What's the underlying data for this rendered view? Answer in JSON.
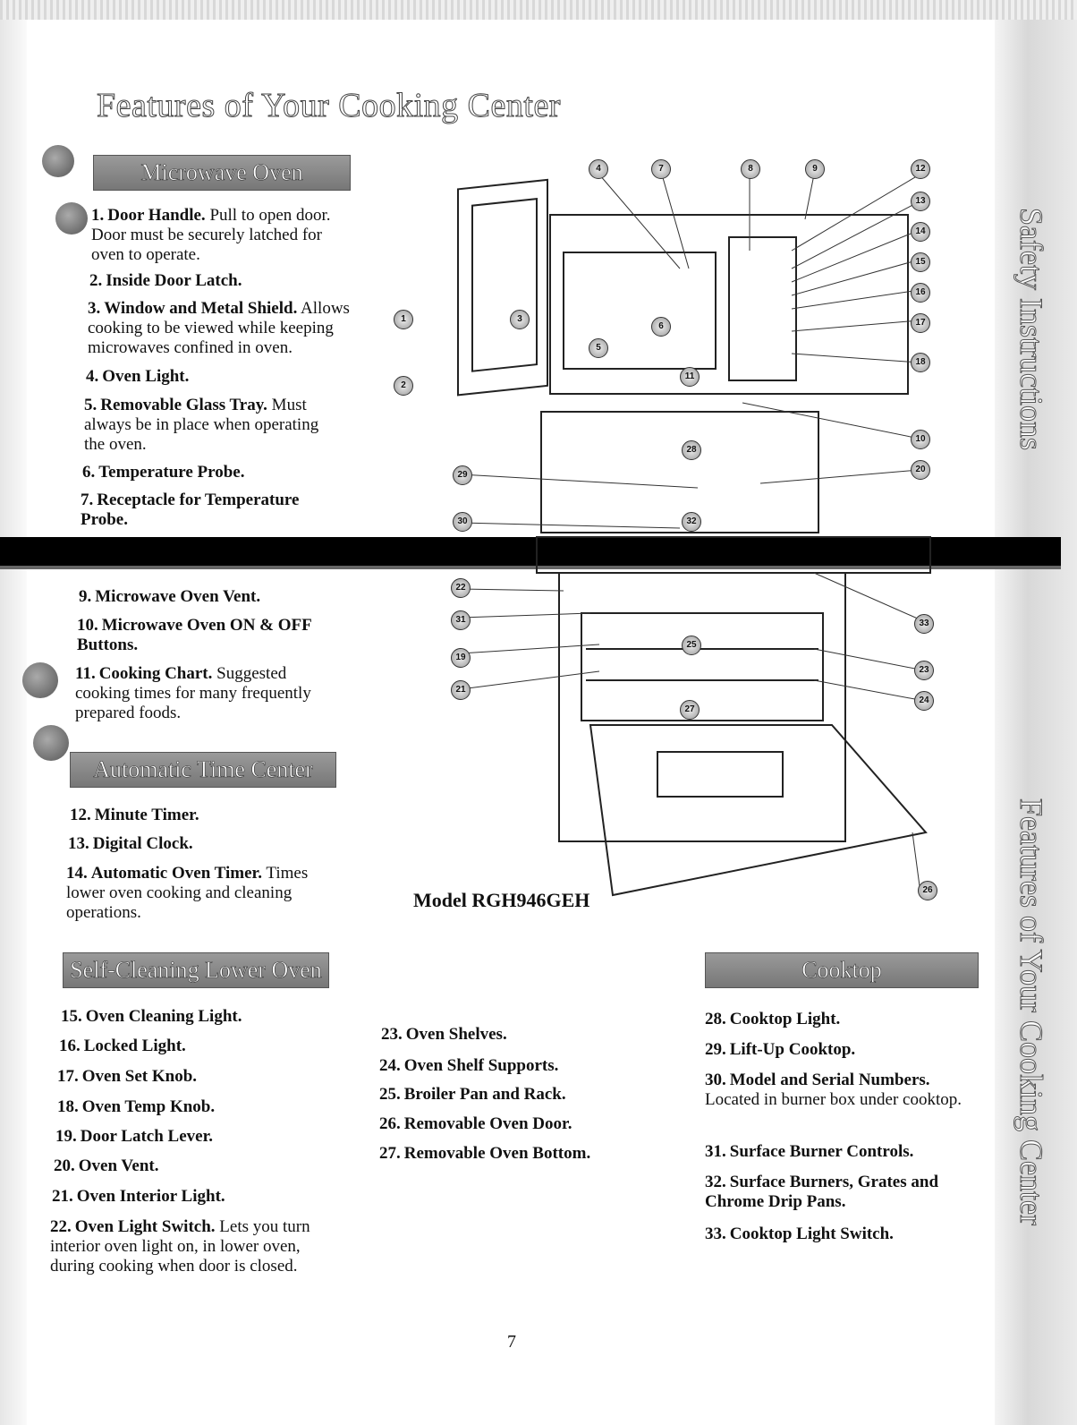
{
  "page_title": "Features of Your Cooking Center",
  "side_tabs": [
    "Safety Instructions",
    "Features of Your Cooking Center"
  ],
  "sections": {
    "microwave": {
      "heading": "Microwave Oven",
      "items": [
        {
          "num": "1.",
          "title": "Door Handle.",
          "text": "Pull to open door. Door must be securely latched for oven to operate."
        },
        {
          "num": "2.",
          "title": "Inside Door Latch.",
          "text": ""
        },
        {
          "num": "3.",
          "title": "Window and Metal Shield.",
          "text": "Allows cooking to be viewed while keeping microwaves confined in oven."
        },
        {
          "num": "4.",
          "title": "Oven Light.",
          "text": ""
        },
        {
          "num": "5.",
          "title": "Removable Glass Tray.",
          "text": "Must always be in place when operating the oven."
        },
        {
          "num": "6.",
          "title": "Temperature Probe.",
          "text": ""
        },
        {
          "num": "7.",
          "title": "Receptacle for Temperature Probe.",
          "text": ""
        },
        {
          "num": "9.",
          "title": "Microwave Oven Vent.",
          "text": ""
        },
        {
          "num": "10.",
          "title": "Microwave Oven ON & OFF Buttons.",
          "text": ""
        },
        {
          "num": "11.",
          "title": "Cooking Chart.",
          "text": "Suggested cooking times for many frequently prepared foods."
        }
      ]
    },
    "time_center": {
      "heading": "Automatic Time Center",
      "items": [
        {
          "num": "12.",
          "title": "Minute Timer.",
          "text": ""
        },
        {
          "num": "13.",
          "title": "Digital Clock.",
          "text": ""
        },
        {
          "num": "14.",
          "title": "Automatic Oven Timer.",
          "text": "Times lower oven cooking and cleaning operations."
        }
      ]
    },
    "lower_oven": {
      "heading": "Self-Cleaning Lower Oven",
      "items": [
        {
          "num": "15.",
          "title": "Oven Cleaning Light.",
          "text": ""
        },
        {
          "num": "16.",
          "title": "Locked Light.",
          "text": ""
        },
        {
          "num": "17.",
          "title": "Oven Set Knob.",
          "text": ""
        },
        {
          "num": "18.",
          "title": "Oven Temp Knob.",
          "text": ""
        },
        {
          "num": "19.",
          "title": "Door Latch Lever.",
          "text": ""
        },
        {
          "num": "20.",
          "title": "Oven Vent.",
          "text": ""
        },
        {
          "num": "21.",
          "title": "Oven Interior Light.",
          "text": ""
        },
        {
          "num": "22.",
          "title": "Oven Light Switch.",
          "text": "Lets you turn interior oven light on, in lower oven, during cooking when door is closed."
        }
      ],
      "items_col2": [
        {
          "num": "23.",
          "title": "Oven Shelves.",
          "text": ""
        },
        {
          "num": "24.",
          "title": "Oven Shelf Supports.",
          "text": ""
        },
        {
          "num": "25.",
          "title": "Broiler Pan and Rack.",
          "text": ""
        },
        {
          "num": "26.",
          "title": "Removable Oven Door.",
          "text": ""
        },
        {
          "num": "27.",
          "title": "Removable Oven Bottom.",
          "text": ""
        }
      ]
    },
    "cooktop": {
      "heading": "Cooktop",
      "items": [
        {
          "num": "28.",
          "title": "Cooktop Light.",
          "text": ""
        },
        {
          "num": "29.",
          "title": "Lift-Up Cooktop.",
          "text": ""
        },
        {
          "num": "30.",
          "title": "Model and Serial Numbers.",
          "text": "Located in burner box under cooktop."
        },
        {
          "num": "31.",
          "title": "Surface Burner Controls.",
          "text": ""
        },
        {
          "num": "32.",
          "title": "Surface Burners, Grates and Chrome Drip Pans.",
          "text": ""
        },
        {
          "num": "33.",
          "title": "Cooktop Light Switch.",
          "text": ""
        }
      ]
    }
  },
  "callouts": [
    "4",
    "7",
    "8",
    "9",
    "12",
    "13",
    "14",
    "15",
    "16",
    "17",
    "18",
    "1",
    "3",
    "6",
    "2",
    "5",
    "11",
    "10",
    "28",
    "29",
    "20",
    "30",
    "32",
    "22",
    "31",
    "19",
    "21",
    "25",
    "27",
    "33",
    "23",
    "24",
    "26"
  ],
  "model_label": "Model RGH946GEH",
  "page_number": "7"
}
